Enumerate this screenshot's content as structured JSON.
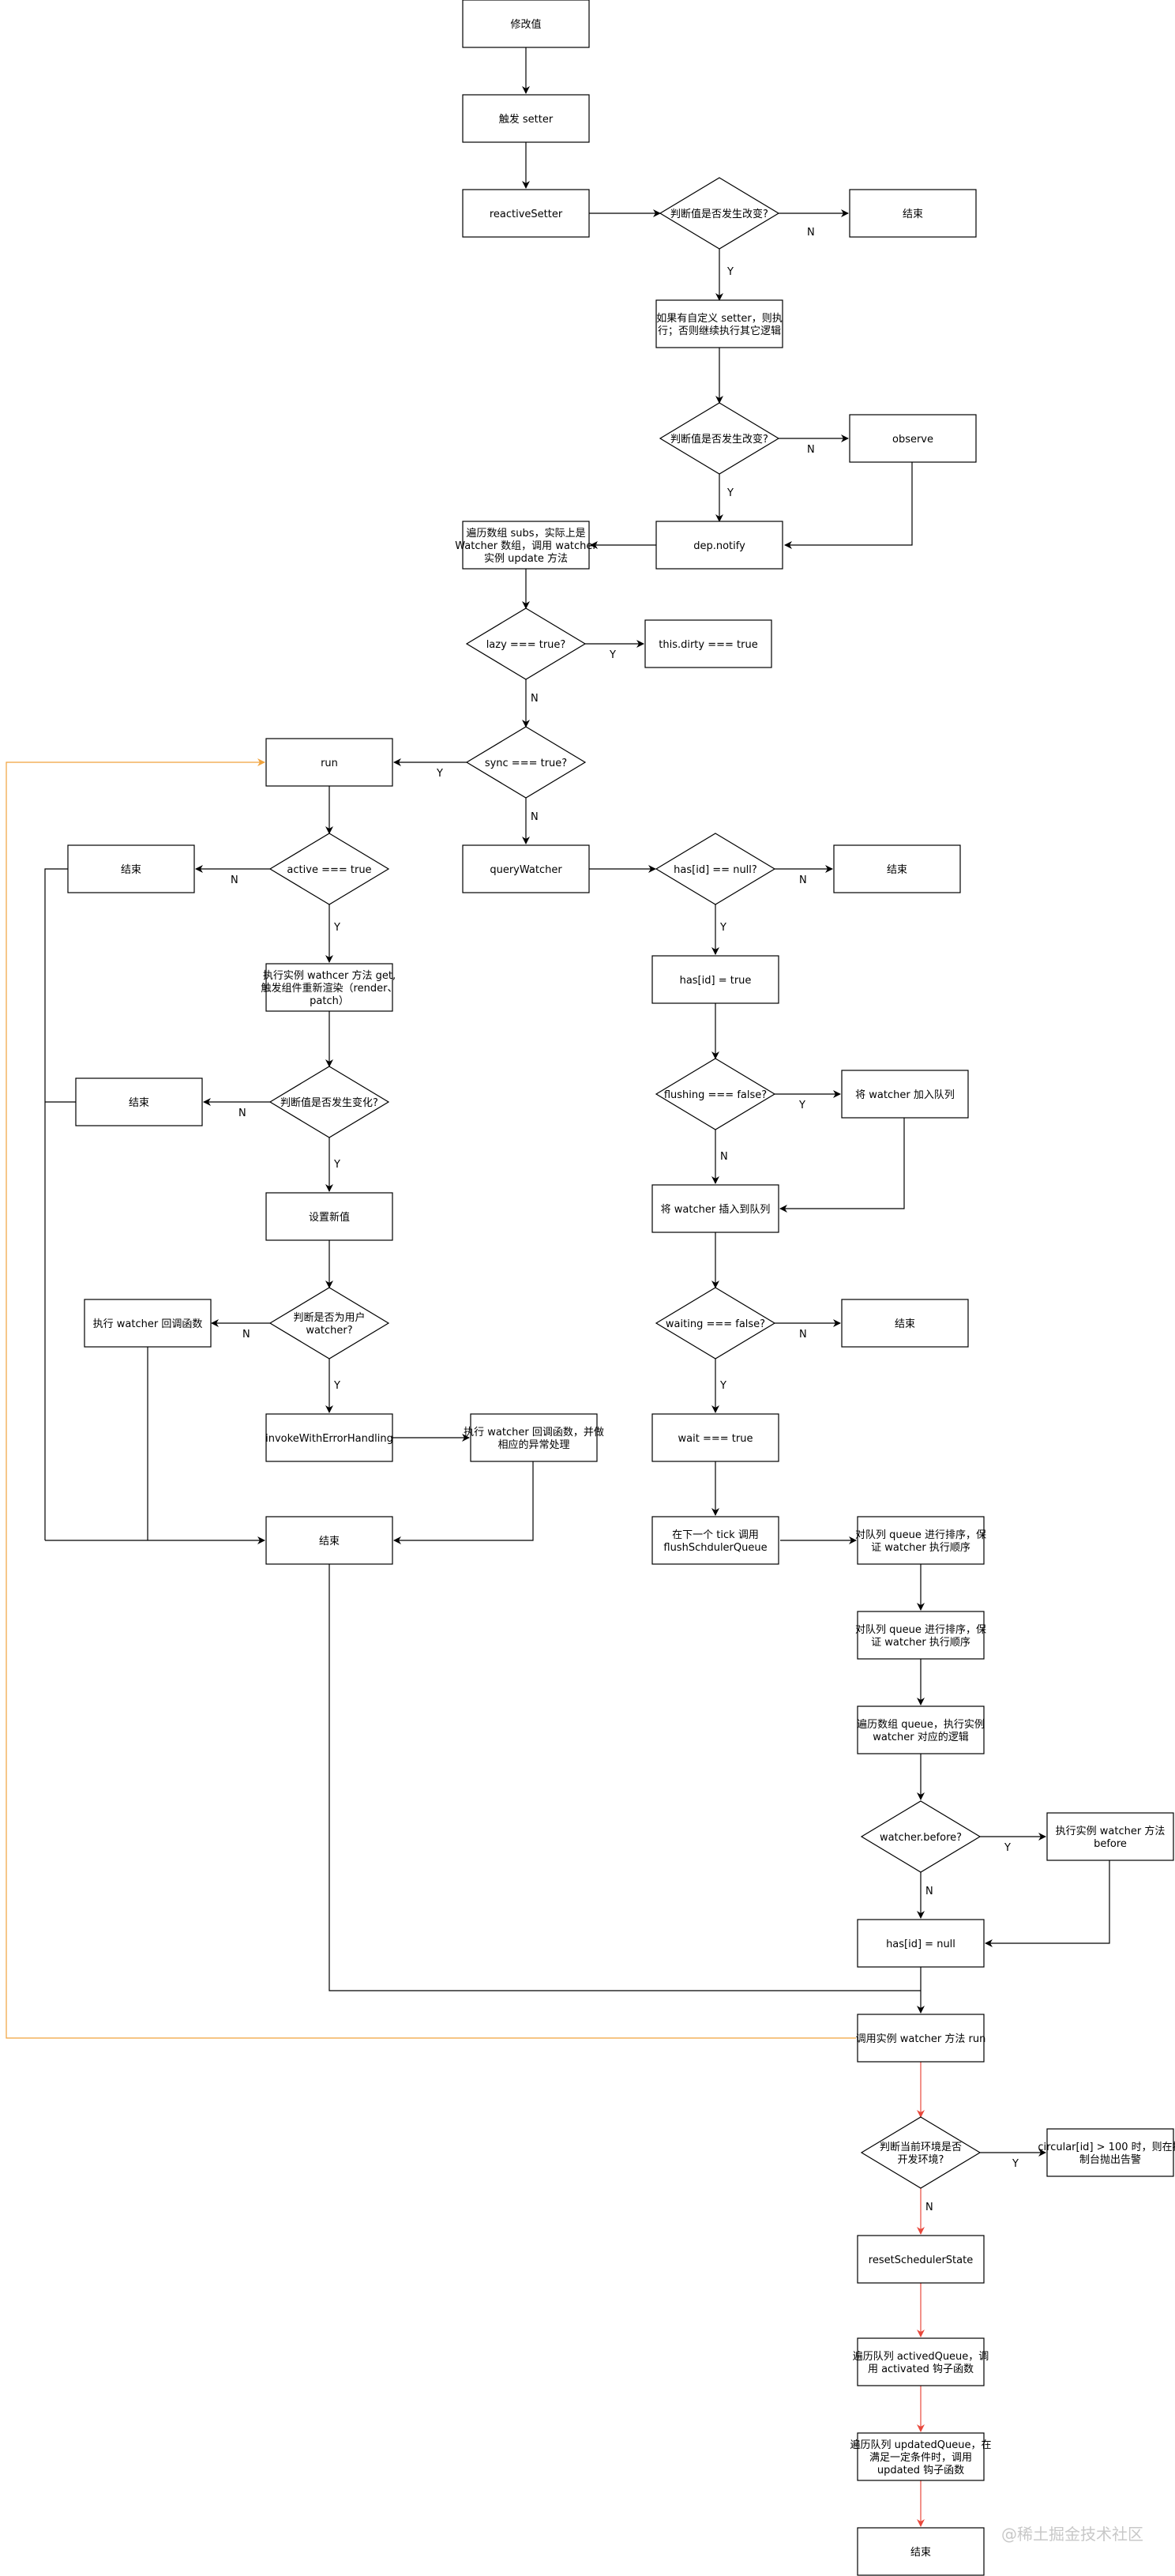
{
  "nodes": {
    "modify_value": "修改值",
    "trigger_setter": "触发 setter",
    "reactive_setter": "reactiveSetter",
    "judge_changed_1": "判断值是否发生改变?",
    "end_1": "结束",
    "custom_setter": [
      "如果有自定义 setter，则执",
      "行；否则继续执行其它逻辑"
    ],
    "judge_changed_2": "判断值是否发生改变?",
    "observe": "observe",
    "dep_notify": "dep.notify",
    "traverse_subs": [
      "遍历数组 subs，实际上是",
      "Watcher 数组，调用 watcher",
      "实例 update 方法"
    ],
    "lazy_true": "lazy === true?",
    "dirty_true": "this.dirty === true",
    "sync_true": "sync === true?",
    "run": "run",
    "query_watcher": "queryWatcher",
    "has_id_null": "has[id] == null?",
    "end_has": "结束",
    "active_true": "active === true",
    "end_active": "结束",
    "has_id_true": "has[id] = true",
    "exec_get": [
      "执行实例 wathcer 方法 get,",
      "触发组件重新渲染（render、",
      "patch）"
    ],
    "flushing_false": "flushing === false?",
    "add_queue": "将 watcher 加入队列",
    "judge_changed_3": "判断值是否发生变化?",
    "end_changed": "结束",
    "insert_queue": "将 watcher 插入到队列",
    "set_new_value": "设置新值",
    "judge_user_watcher": [
      "判断是否为用户",
      "watcher?"
    ],
    "exec_callback": "执行 watcher 回调函数",
    "waiting_false": "waiting === false?",
    "end_waiting": "结束",
    "invoke_error": "invokeWithErrorHandling",
    "exec_callback_err": [
      "执行 watcher 回调函数，并做",
      "相应的异常处理"
    ],
    "wait_true": "wait === true",
    "end_main": "结束",
    "next_tick": [
      "在下一个 tick 调用",
      "flushSchdulerQueue"
    ],
    "sort_queue_1": [
      "对队列 queue 进行排序，保",
      "证 watcher 执行顺序"
    ],
    "sort_queue_2": [
      "对队列 queue 进行排序，保",
      "证 watcher 执行顺序"
    ],
    "traverse_queue": [
      "遍历数组 queue，执行实例",
      "watcher 对应的逻辑"
    ],
    "watcher_before": "watcher.before?",
    "exec_before": [
      "执行实例 watcher 方法",
      "before"
    ],
    "has_id_null_set": "has[id] = null",
    "call_run": "调用实例 watcher 方法 run",
    "judge_dev": [
      "判断当前环境是否",
      "开发环境?"
    ],
    "circular": [
      "circular[id] > 100 时，则在控",
      "制台抛出告警"
    ],
    "reset_state": "resetSchedulerState",
    "activated_queue": [
      "遍历队列 activedQueue，调",
      "用 activated 钩子函数"
    ],
    "updated_queue": [
      "遍历队列 updatedQueue，在",
      "满足一定条件时，调用",
      "updated 钩子函数"
    ],
    "end_final": "结束"
  },
  "edge_labels": {
    "yes": "Y",
    "no": "N"
  },
  "watermark": "@稀土掘金技术社区",
  "colors": {
    "stroke": "#000000",
    "loop_edge": "#f0a23c",
    "dev_edge": "#e8483c"
  }
}
